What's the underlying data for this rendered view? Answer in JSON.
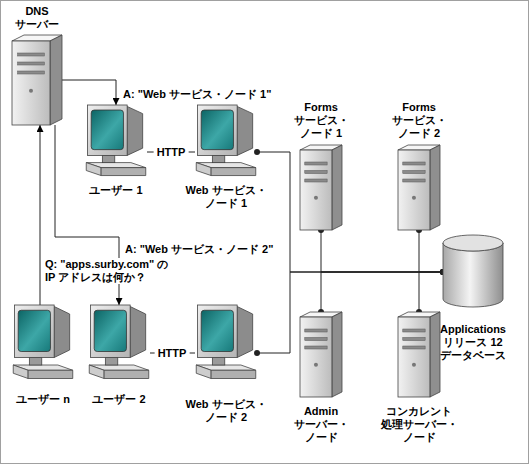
{
  "diagram": {
    "nodes": [
      {
        "text": [
          "DNS サーバー"
        ]
      },
      {
        "text": [
          "ユーザー 1"
        ]
      },
      {
        "text": [
          "Web サービス・ ノード 1"
        ]
      },
      {
        "text": [
          "Forms サービス・ ノード 1"
        ]
      },
      {
        "text": [
          "Forms サービス・ ノード 2"
        ]
      },
      {
        "text": [
          "Applications リリース 12 データベース"
        ]
      },
      {
        "text": [
          "ユーザー n"
        ]
      },
      {
        "text": [
          "ユーザー 2"
        ]
      },
      {
        "text": [
          "Web サービス・ノード 2"
        ]
      },
      {
        "text": [
          "Admin サーバー・ ノード"
        ]
      },
      {
        "text": [
          "コンカレント 処理サーバー・ ノード"
        ]
      }
    ],
    "edges": [
      {
        "from": 0,
        "to": 1,
        "arrow": "to",
        "label": "A: \"Web サービス・ノード 1\""
      },
      {
        "from": 6,
        "to": 0,
        "arrow": "to",
        "label": "Q: \"apps.surby.com\" の IP アドレスは何か？"
      },
      {
        "from": 0,
        "to": 7,
        "arrow": "to",
        "label": "A: \"Web サービス・ノード 2\""
      },
      {
        "from": 1,
        "to": 2,
        "arrow": "none",
        "label": "HTTP"
      },
      {
        "from": 7,
        "to": 8,
        "arrow": "none",
        "label": "HTTP"
      },
      {
        "from": 2,
        "to": 5,
        "arrow": "none"
      },
      {
        "from": 3,
        "to": 5,
        "arrow": "none"
      },
      {
        "from": 4,
        "to": 5,
        "arrow": "none"
      },
      {
        "from": 8,
        "to": 5,
        "arrow": "none"
      },
      {
        "from": 9,
        "to": 5,
        "arrow": "none"
      },
      {
        "from": 10,
        "to": 5,
        "arrow": "none"
      }
    ]
  }
}
